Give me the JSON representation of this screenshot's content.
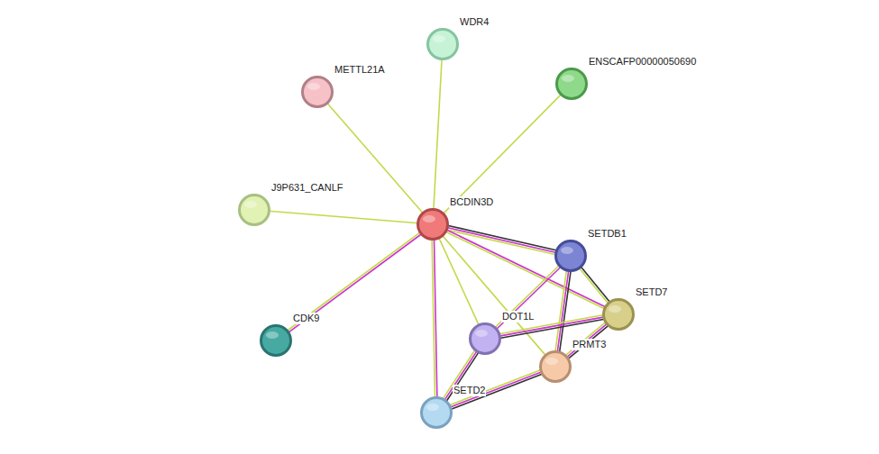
{
  "diagram": {
    "nodes": [
      {
        "text": [
          "WDR4"
        ]
      },
      {
        "text": [
          "METTL21A"
        ]
      },
      {
        "text": [
          "ENSCAFP00000050690"
        ]
      },
      {
        "text": [
          "J9P631_CANLF"
        ]
      },
      {
        "text": [
          "BCDIN3D"
        ]
      },
      {
        "text": [
          "SETDB1"
        ]
      },
      {
        "text": [
          "SETD7"
        ]
      },
      {
        "text": [
          "CDK9"
        ]
      },
      {
        "text": [
          "DOT1L"
        ]
      },
      {
        "text": [
          "PRMT3"
        ]
      },
      {
        "text": [
          "SETD2"
        ]
      }
    ],
    "edges": [
      {
        "from": 4,
        "to": 0,
        "arrow": "none"
      },
      {
        "from": 4,
        "to": 1,
        "arrow": "none"
      },
      {
        "from": 4,
        "to": 2,
        "arrow": "none"
      },
      {
        "from": 4,
        "to": 3,
        "arrow": "none"
      },
      {
        "from": 4,
        "to": 7,
        "arrow": "none"
      },
      {
        "from": 4,
        "to": 5,
        "arrow": "none"
      },
      {
        "from": 4,
        "to": 6,
        "arrow": "none"
      },
      {
        "from": 4,
        "to": 8,
        "arrow": "none"
      },
      {
        "from": 4,
        "to": 9,
        "arrow": "none"
      },
      {
        "from": 4,
        "to": 10,
        "arrow": "none"
      },
      {
        "from": 5,
        "to": 6,
        "arrow": "none"
      },
      {
        "from": 5,
        "to": 8,
        "arrow": "none"
      },
      {
        "from": 5,
        "to": 9,
        "arrow": "none"
      },
      {
        "from": 6,
        "to": 8,
        "arrow": "none"
      },
      {
        "from": 6,
        "to": 9,
        "arrow": "none"
      },
      {
        "from": 8,
        "to": 10,
        "arrow": "none"
      },
      {
        "from": 9,
        "to": 10,
        "arrow": "none"
      }
    ]
  }
}
